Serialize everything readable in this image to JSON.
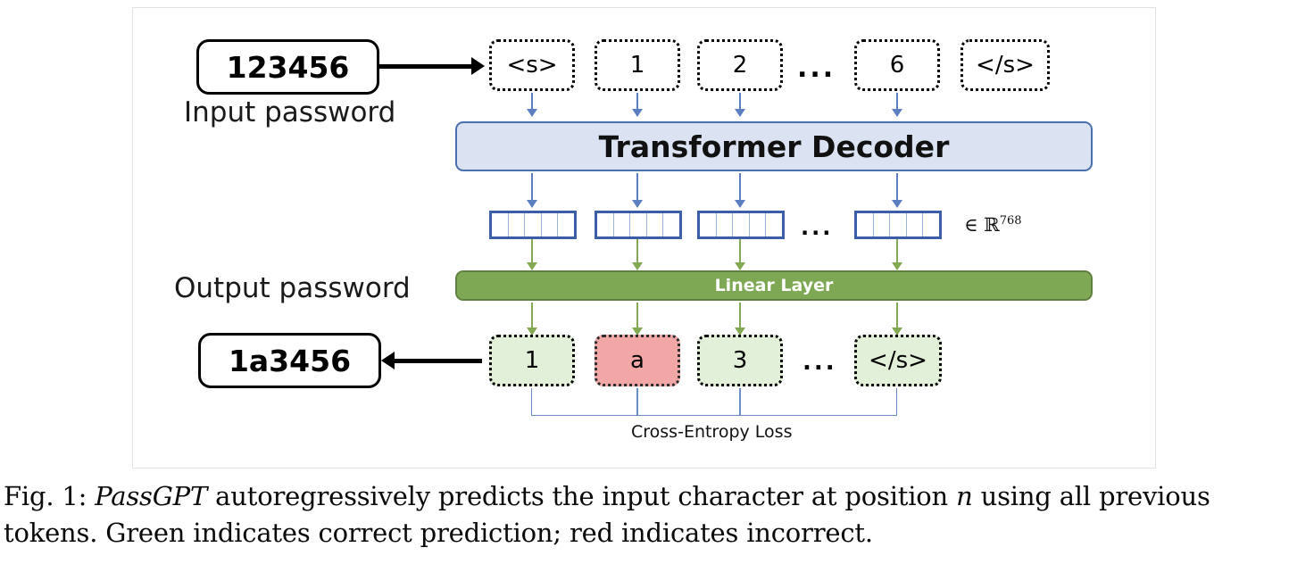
{
  "figure": {
    "input": {
      "password_label": "Input password",
      "password_value": "123456"
    },
    "output": {
      "password_label": "Output password",
      "password_value": "1a3456"
    },
    "input_tokens": [
      {
        "text": "<s>",
        "kind": "plain"
      },
      {
        "text": "1",
        "kind": "plain"
      },
      {
        "text": "2",
        "kind": "plain"
      },
      {
        "text": "...",
        "kind": "ellipsis"
      },
      {
        "text": "6",
        "kind": "plain"
      },
      {
        "text": "</s>",
        "kind": "plain"
      }
    ],
    "output_tokens": [
      {
        "text": "1",
        "kind": "correct"
      },
      {
        "text": "a",
        "kind": "incorrect"
      },
      {
        "text": "3",
        "kind": "correct"
      },
      {
        "text": "...",
        "kind": "ellipsis"
      },
      {
        "text": "</s>",
        "kind": "correct"
      }
    ],
    "decoder_label": "Transformer Decoder",
    "linear_label": "Linear Layer",
    "embedding_dim_note": "∈ ℝ",
    "embedding_dim_value": "768",
    "embedding_cells": 5,
    "loss_label": "Cross-Entropy Loss",
    "colors": {
      "decoder_fill": "#dbe3f2",
      "decoder_border": "#4a6fae",
      "linear_fill": "#7fa854",
      "linear_border": "#5f8040",
      "correct_green": "#e2efd9",
      "incorrect_red": "#f2a7a7",
      "vector_border": "#3a5fa8",
      "blue_arrow": "#5b7fc0",
      "green_arrow": "#83a953",
      "loss_bracket": "#6d8cc4",
      "frame_border": "#e2e2e4"
    }
  },
  "caption": {
    "label": "Fig. 1:",
    "model_name": "PassGPT",
    "line1_rest": "autoregressively predicts the input character at position",
    "italic_var": "n",
    "line1_tail": "using all",
    "line2": "previous tokens. Green indicates correct prediction; red indicates incorrect."
  }
}
